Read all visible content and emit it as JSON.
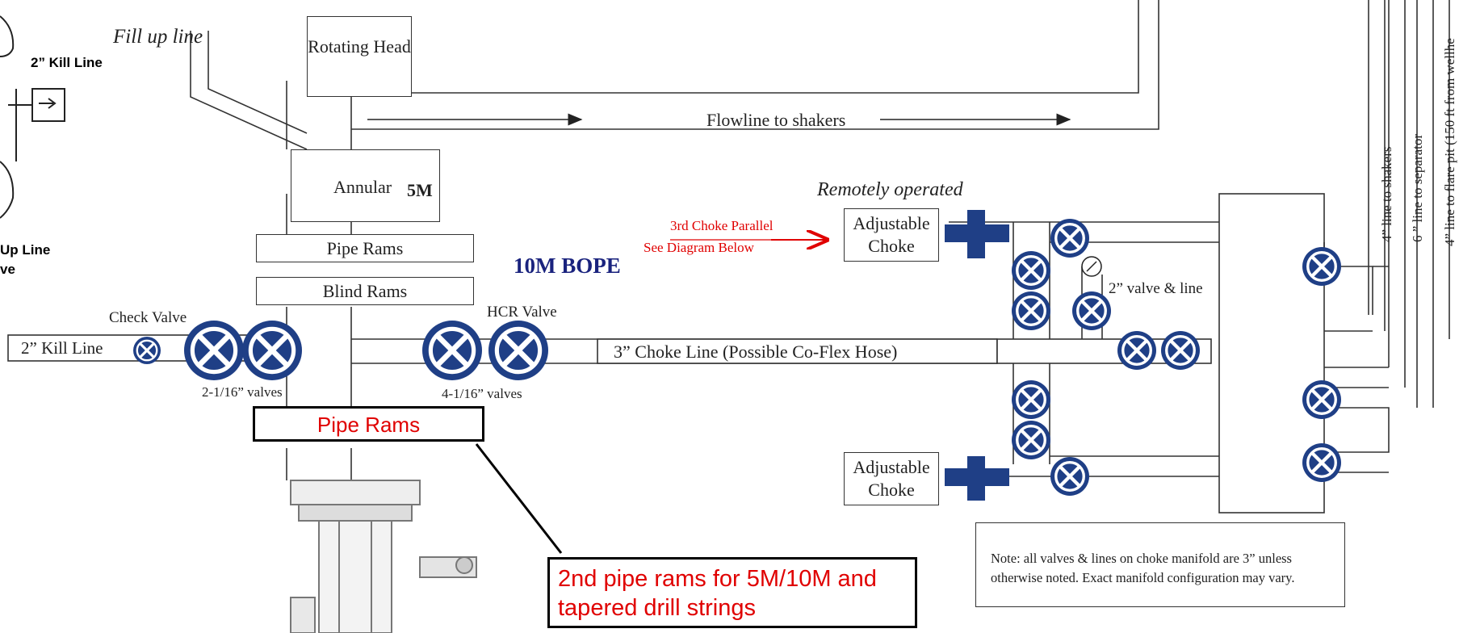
{
  "colors": {
    "line": "#333333",
    "valve": "#1f3f86",
    "red": "#e00000",
    "navy": "#1a237e"
  },
  "title": {
    "main": "10M BOPE"
  },
  "stack": {
    "rotating_head": "Rotating Head",
    "annular": "Annular",
    "annular_rating": "5M",
    "pipe_rams": "Pipe Rams",
    "blind_rams": "Blind Rams",
    "lower_pipe_rams": "Pipe Rams"
  },
  "lines": {
    "fill_up_line": "Fill up line",
    "flowline": "Flowline to shakers",
    "kill_line": "2” Kill Line",
    "check_valve": "Check Valve",
    "kill_valves": "2-1/16” valves",
    "hcr_valve": "HCR Valve",
    "choke_valves": "4-1/16” valves",
    "choke_line": "3” Choke Line (Possible Co-Flex Hose)"
  },
  "manifold": {
    "remotely_operated": "Remotely operated",
    "adjustable_choke_top": "Adjustable Choke",
    "adjustable_choke_bottom": "Adjustable Choke",
    "third_choke_1": "3rd Choke Parallel",
    "third_choke_2": "See Diagram Below",
    "two_inch_valve": "2” valve & line",
    "note": "Note: all valves & lines on choke manifold are 3” unless otherwise noted. Exact manifold configuration may vary."
  },
  "outlets": {
    "shakers": "4” line to shakers",
    "separator": "6 ” line to separator",
    "flare": "4” line to flare pit (150 ft from wellhe"
  },
  "inset": {
    "kill_line": "2” Kill Line",
    "up_line": "Up Line",
    "ve": "ve"
  },
  "callout": {
    "text": "2nd pipe rams for 5M/10M and tapered drill strings"
  }
}
